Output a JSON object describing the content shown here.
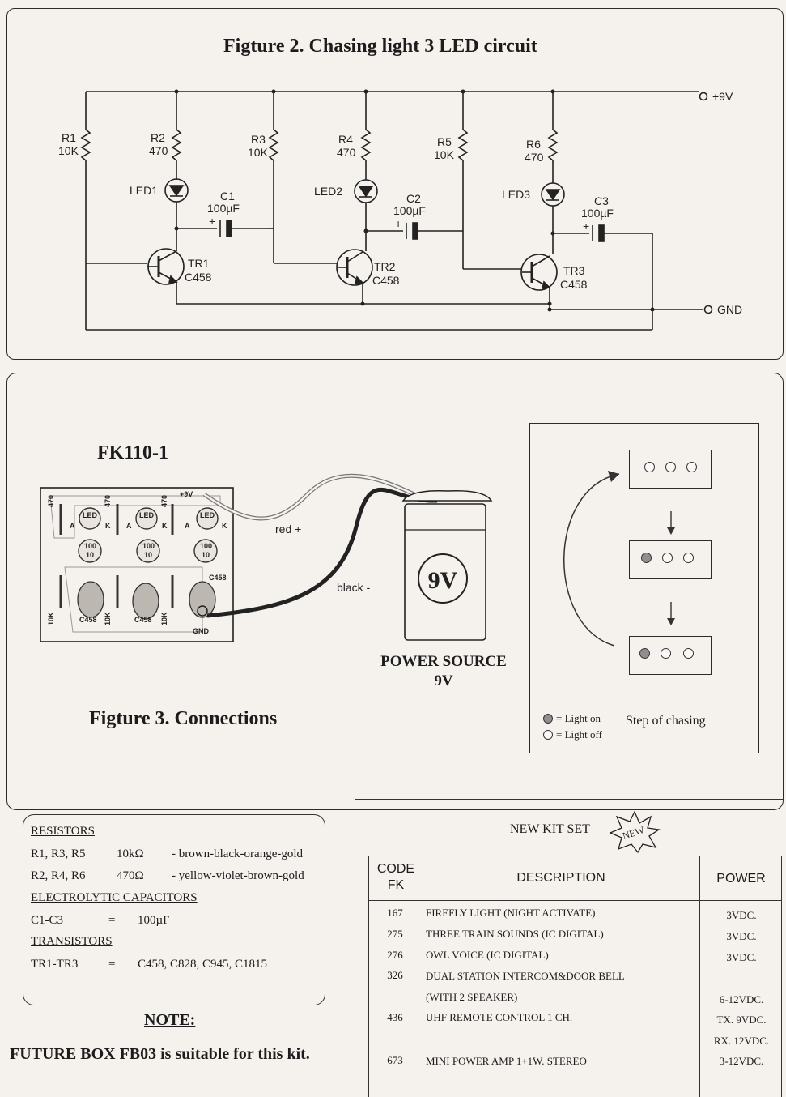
{
  "figure2": {
    "title": "Figture 2. Chasing light 3 LED circuit",
    "rail_pos": "+9V",
    "rail_gnd": "GND",
    "resistors": [
      {
        "name": "R1",
        "value": "10K"
      },
      {
        "name": "R2",
        "value": "470"
      },
      {
        "name": "R3",
        "value": "10K"
      },
      {
        "name": "R4",
        "value": "470"
      },
      {
        "name": "R5",
        "value": "10K"
      },
      {
        "name": "R6",
        "value": "470"
      }
    ],
    "leds": [
      "LED1",
      "LED2",
      "LED3"
    ],
    "capacitors": [
      {
        "name": "C1",
        "value": "100µF"
      },
      {
        "name": "C2",
        "value": "100µF"
      },
      {
        "name": "C3",
        "value": "100µF"
      }
    ],
    "transistors": [
      {
        "name": "TR1",
        "type": "C458"
      },
      {
        "name": "TR2",
        "type": "C458"
      },
      {
        "name": "TR3",
        "type": "C458"
      }
    ],
    "cap_polarity": "+"
  },
  "figure3": {
    "title": "Figture 3. Connections",
    "board_name": "FK110-1",
    "pcb": {
      "pos": "+9V",
      "gnd": "GND",
      "r470": "470",
      "r10k": "10K",
      "led": "LED",
      "a": "A",
      "k": "K",
      "cap_top": "100",
      "cap_bot": "10",
      "tr": "C458"
    },
    "red_wire": "red +",
    "black_wire": "black -",
    "battery_label": "9V",
    "power_title": "POWER SOURCE",
    "power_value": "9V",
    "chase_legend": {
      "on": "= Light on",
      "off": "= Light off",
      "title": "Step of chasing"
    }
  },
  "parts": {
    "resistors_heading": "RESISTORS",
    "resistor_rows": [
      {
        "ref": "R1, R3, R5",
        "value": "10kΩ",
        "colors": "- brown-black-orange-gold"
      },
      {
        "ref": "R2, R4, R6",
        "value": "470Ω",
        "colors": "- yellow-violet-brown-gold"
      }
    ],
    "capacitors_heading": "ELECTROLYTIC CAPACITORS",
    "capacitor_row": {
      "ref": "C1-C3",
      "eq": "=",
      "value": "100µF"
    },
    "transistors_heading": "TRANSISTORS",
    "transistor_row": {
      "ref": "TR1-TR3",
      "eq": "=",
      "value": "C458, C828, C945, C1815"
    }
  },
  "note": {
    "heading": "NOTE:",
    "text": "FUTURE BOX FB03 is suitable for this kit."
  },
  "kit_set": {
    "title": "NEW KIT SET",
    "badge": "NEW",
    "headers": {
      "code1": "CODE",
      "code2": "FK",
      "description": "DESCRIPTION",
      "power": "POWER"
    },
    "rows": [
      {
        "code": "167",
        "desc": "FIREFLY LIGHT (NIGHT ACTIVATE)",
        "power": "3VDC."
      },
      {
        "code": "275",
        "desc": "THREE TRAIN SOUNDS (IC DIGITAL)",
        "power": "3VDC."
      },
      {
        "code": "276",
        "desc": "OWL VOICE (IC DIGITAL)",
        "power": "3VDC."
      },
      {
        "code": "326",
        "desc": "DUAL STATION INTERCOM&DOOR BELL",
        "power": ""
      },
      {
        "code": "",
        "desc": "(WITH 2 SPEAKER)",
        "power": "6-12VDC."
      },
      {
        "code": "436",
        "desc": "UHF REMOTE CONTROL 1 CH.",
        "power": "TX. 9VDC."
      },
      {
        "code": "",
        "desc": "",
        "power": "RX. 12VDC."
      },
      {
        "code": "673",
        "desc": "MINI POWER AMP 1+1W. STEREO",
        "power": "3-12VDC."
      }
    ]
  }
}
